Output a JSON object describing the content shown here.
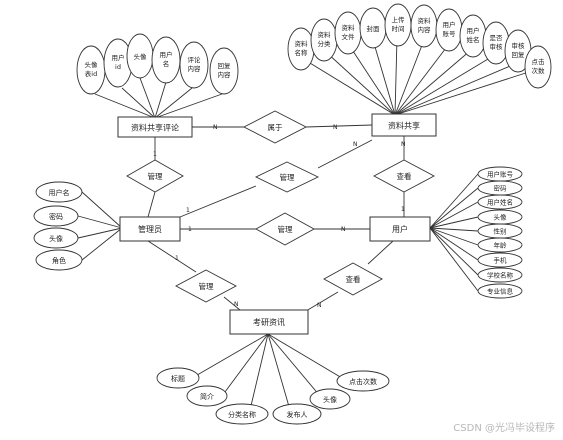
{
  "entities": {
    "comment": "资料共享评论",
    "share": "资料共享",
    "admin": "管理员",
    "user": "用户",
    "exam": "考研资讯"
  },
  "relations": {
    "belongs": "属于",
    "manage_comment": "管理",
    "manage_share": "管理",
    "manage_user": "管理",
    "manage_exam": "管理",
    "view_share": "查看",
    "view_exam": "查看"
  },
  "comment_attrs": [
    [
      "头像",
      "表id"
    ],
    [
      "用户",
      "id"
    ],
    [
      "头像"
    ],
    [
      "用户",
      "名"
    ],
    [
      "评论",
      "内容"
    ],
    [
      "回复",
      "内容"
    ]
  ],
  "share_attrs": [
    [
      "资料",
      "名称"
    ],
    [
      "资料",
      "分类"
    ],
    [
      "资料",
      "文件"
    ],
    [
      "封面"
    ],
    [
      "上传",
      "时间"
    ],
    [
      "资料",
      "内容"
    ],
    [
      "用户",
      "账号"
    ],
    [
      "用户",
      "姓名"
    ],
    [
      "是否",
      "审核"
    ],
    [
      "审核",
      "回复"
    ],
    [
      "点击",
      "次数"
    ]
  ],
  "admin_attrs": [
    "用户名",
    "密码",
    "头像",
    "角色"
  ],
  "user_attrs": [
    "用户账号",
    "密码",
    "用户姓名",
    "头像",
    "性别",
    "年龄",
    "手机",
    "学校名称",
    "专业信息"
  ],
  "exam_attrs": [
    "标题",
    "简介",
    "分类名称",
    "发布人",
    "头像",
    "点击次数"
  ],
  "cardinality": {
    "n": "N",
    "one": "1"
  },
  "watermark": "CSDN @光冯毕设程序"
}
